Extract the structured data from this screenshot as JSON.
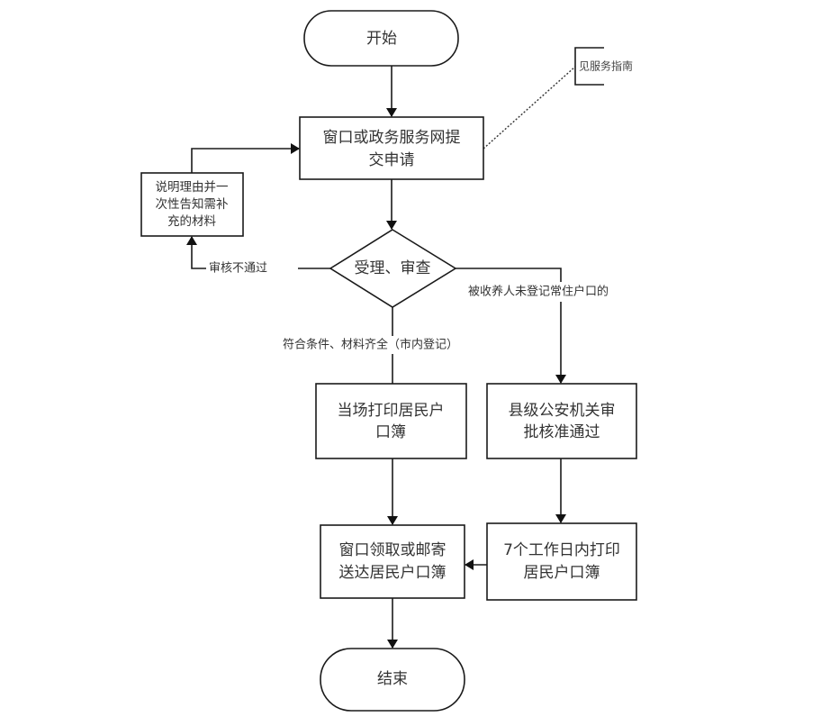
{
  "diagram": {
    "title": "户口登记办理流程图",
    "nodes": {
      "start": {
        "type": "terminator",
        "lines": [
          "开始"
        ]
      },
      "submit": {
        "type": "process",
        "lines": [
          "窗口或政务服务网提",
          "交申请"
        ]
      },
      "note": {
        "type": "annotation",
        "lines": [
          "见服务指南"
        ]
      },
      "notify": {
        "type": "process",
        "lines": [
          "说明理由并一",
          "次性告知需补",
          "充的材料"
        ]
      },
      "review": {
        "type": "decision",
        "lines": [
          "受理、审查"
        ]
      },
      "print_now": {
        "type": "process",
        "lines": [
          "当场打印居民户",
          "口簿"
        ]
      },
      "county_approve": {
        "type": "process",
        "lines": [
          "县级公安机关审",
          "批核准通过"
        ]
      },
      "deliver": {
        "type": "process",
        "lines": [
          "窗口领取或邮寄",
          "送达居民户口簿"
        ]
      },
      "print_7days": {
        "type": "process",
        "lines": [
          "7个工作日内打印",
          "居民户口簿"
        ]
      },
      "end": {
        "type": "terminator",
        "lines": [
          "结束"
        ]
      }
    },
    "edges": [
      {
        "from": "start",
        "to": "submit",
        "label": ""
      },
      {
        "from": "submit",
        "to": "review",
        "label": ""
      },
      {
        "from": "review",
        "to": "notify",
        "label": "审核不通过"
      },
      {
        "from": "notify",
        "to": "submit",
        "label": ""
      },
      {
        "from": "review",
        "to": "print_now",
        "label": "符合条件、材料齐全（市内登记）"
      },
      {
        "from": "review",
        "to": "county_approve",
        "label": "被收养人未登记常住户口的"
      },
      {
        "from": "print_now",
        "to": "deliver",
        "label": ""
      },
      {
        "from": "county_approve",
        "to": "print_7days",
        "label": ""
      },
      {
        "from": "print_7days",
        "to": "deliver",
        "label": ""
      },
      {
        "from": "deliver",
        "to": "end",
        "label": ""
      },
      {
        "from": "submit",
        "to": "note",
        "label": "",
        "style": "dotted"
      }
    ]
  }
}
